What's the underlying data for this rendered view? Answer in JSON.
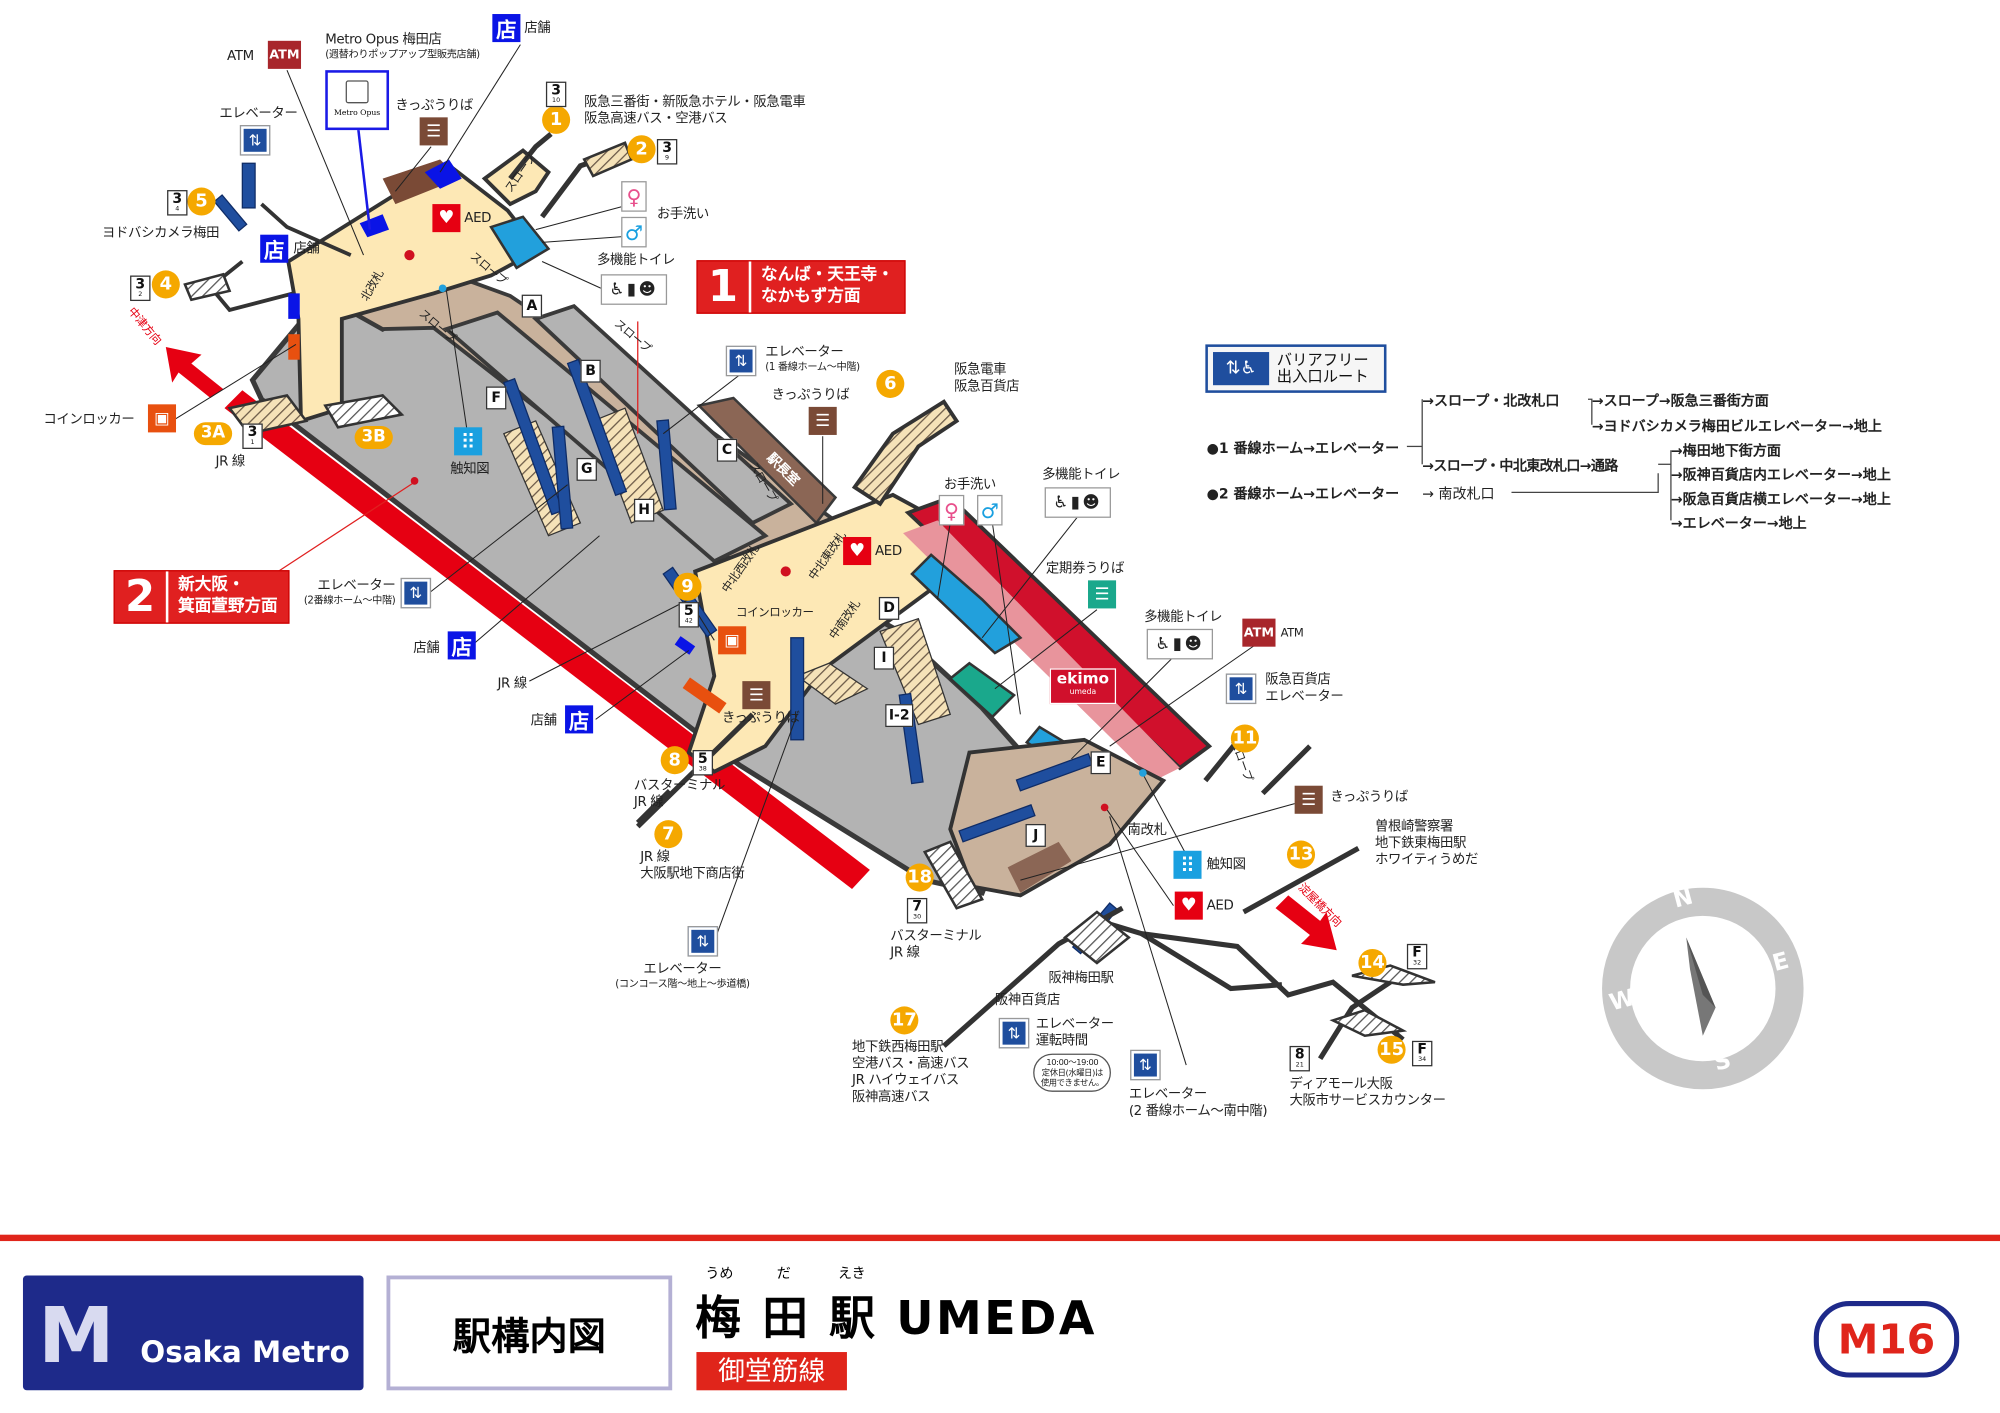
{
  "labels": {
    "atm_text": "ATM",
    "atm_glyph": "ATM",
    "opus_name": "Metro Opus 梅田店",
    "opus_sub": "(週替わりポップアップ型販売店舗)",
    "opus_logo": "Metro Opus",
    "shop": "店舗",
    "shop_glyph": "店",
    "elevator": "エレベーター",
    "ticket": "きっぷうりば",
    "hankyu_exit1_1": "阪急三番街・新阪急ホテル・阪急電車",
    "hankyu_exit1_2": "阪急高速バス・空港バス",
    "yodobashi": "ヨドバシカメラ梅田",
    "aed": "AED",
    "restroom": "お手洗い",
    "multi_toilet": "多機能トイレ",
    "coin_locker": "コインロッカー",
    "jr_line": "JR 線",
    "elev_1_mid_1": "エレベーター",
    "elev_1_mid_2": "(1 番線ホーム～中階)",
    "hankyu_6_1": "阪急電車",
    "hankyu_6_2": "阪急百貨店",
    "tactile_map": "触知図",
    "station_office": "駅長室",
    "elev_2_mid_1": "エレベーター",
    "elev_2_mid_2": "(2番線ホーム～中階)",
    "bus_terminal": "バスターミナル",
    "osaka_underground": "大阪駅地下商店街",
    "elev_concourse_1": "エレベーター",
    "elev_concourse_2": "(コンコース階～地上～歩道橋)",
    "commuter_pass": "定期券うりば",
    "hankyu_dept_elev_1": "阪急百貨店",
    "hankyu_dept_elev_2": "エレベーター",
    "ekimo": "ekimo",
    "ekimo_sub": "umeda",
    "south_gate": "南改札",
    "north_gate": "北改札",
    "mid_north_west_gate": "中北西改札",
    "mid_north_east_gate": "中北東改札",
    "mid_south_gate": "中南改札",
    "slope": "スロープ",
    "exit13_1": "曽根崎警察署",
    "exit13_2": "地下鉄東梅田駅",
    "exit13_3": "ホワイティうめだ",
    "hanshin_station": "阪神梅田駅",
    "hanshin_dept": "阪神百貨店",
    "hanshin_elev_1": "エレベーター",
    "hanshin_elev_2": "運転時間",
    "hanshin_hours_1": "10:00～19:00",
    "hanshin_hours_2": "定休日(水曜日)は",
    "hanshin_hours_3": "使用できません。",
    "elev_2_south_1": "エレベーター",
    "elev_2_south_2": "(2 番線ホーム～南中階)",
    "exit17_1": "地下鉄西梅田駅",
    "exit17_2": "空港バス・高速バス",
    "exit17_3": "JR ハイウェイバス",
    "exit17_4": "阪神高速バス",
    "diamor_1": "ディアモール大阪",
    "diamor_2": "大阪市サービスカウンター"
  },
  "directions": {
    "nakatsu": "中津方向",
    "yodoyabashi": "淀屋橋方向"
  },
  "signs": [
    {
      "num": "1",
      "l1": "なんば・天王寺・",
      "l2": "なかもず方面"
    },
    {
      "num": "2",
      "l1": "新大阪・",
      "l2": "箕面萱野方面"
    }
  ],
  "exits": [
    "1",
    "2",
    "3A",
    "3B",
    "4",
    "5",
    "6",
    "7",
    "8",
    "9",
    "11",
    "13",
    "14",
    "15",
    "17",
    "18"
  ],
  "exit_boxes": [
    {
      "main": "3",
      "sub": "10"
    },
    {
      "main": "3",
      "sub": "9"
    },
    {
      "main": "3",
      "sub": "4"
    },
    {
      "main": "3",
      "sub": "2"
    },
    {
      "main": "3",
      "sub": "1"
    },
    {
      "main": "5",
      "sub": "42"
    },
    {
      "main": "5",
      "sub": "38"
    },
    {
      "main": "7",
      "sub": "30"
    },
    {
      "main": "F",
      "sub": "32"
    },
    {
      "main": "F",
      "sub": "34"
    },
    {
      "main": "8",
      "sub": "21"
    }
  ],
  "letters": [
    "A",
    "B",
    "C",
    "D",
    "E",
    "F",
    "G",
    "H",
    "I",
    "I-2",
    "J"
  ],
  "compass": [
    "N",
    "E",
    "S",
    "W"
  ],
  "barrier_free": {
    "title_1": "バリアフリー",
    "title_2": "出入口ルート",
    "route1": "●1 番線ホーム→エレベーター",
    "route2": "●2 番線ホーム→エレベーター",
    "r_a": "→スロープ・北改札口",
    "r_a1": "→スロープ→阪急三番街方面",
    "r_a2": "→ヨドバシカメラ梅田ビルエレベーター→地上",
    "r_b": "→スロープ・中北東改札口→通路",
    "r_c": "→ 南改札口",
    "r_d1": "→梅田地下街方面",
    "r_d2": "→阪神百貨店内エレベーター→地上",
    "r_d3": "→阪急百貨店横エレベーター→地上",
    "r_d4": "→エレベーター→地上"
  },
  "footer": {
    "operator": "Osaka Metro",
    "doc_title": "駅構内図",
    "furigana": [
      "うめ",
      "だ",
      "えき"
    ],
    "station_name_jp": "梅 田 駅",
    "station_name_en": "UMEDA",
    "line": "御堂筋線",
    "station_code": "M16"
  },
  "colors": {
    "line_red": "#e0251b",
    "metro_blue": "#1e2a8a",
    "exit_orange": "#f5a800",
    "jr_red": "#e60012"
  }
}
